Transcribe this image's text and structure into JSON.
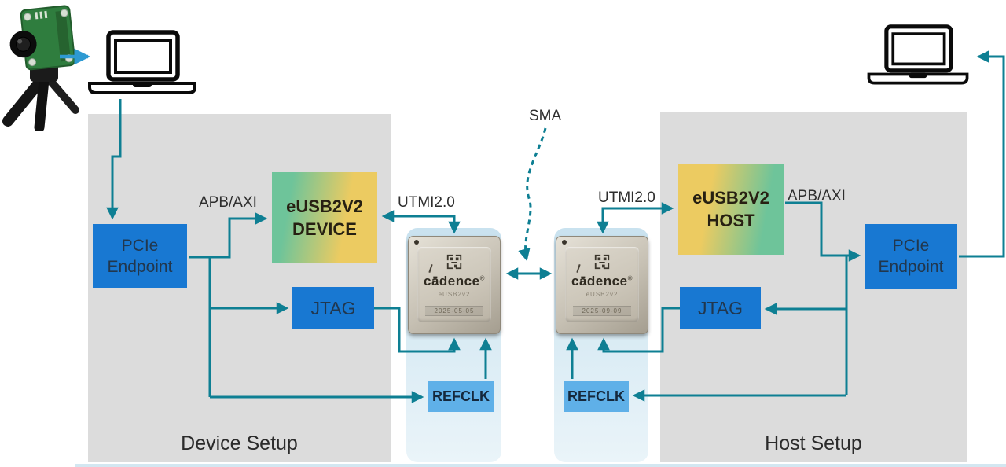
{
  "colors": {
    "wire_teal": "#0E7F93",
    "camera_arrow_blue": "#2E9AD2",
    "block_blue": "#1878D2",
    "refclk_blue": "#5FB0E8",
    "panel_gray": "#DCDCDC",
    "gradient_green": "#6EC49A",
    "gradient_yellow": "#ECCB61",
    "chip_panel_blue": "#C9E2EF"
  },
  "device_setup": {
    "title": "Device Setup",
    "pcie_label": "PCIe Endpoint",
    "usb_line1": "eUSB2V2",
    "usb_line2": "DEVICE",
    "jtag_label": "JTAG",
    "refclk_label": "REFCLK",
    "apb_axi_label": "APB/AXI",
    "utmi_label": "UTMI2.0"
  },
  "host_setup": {
    "title": "Host Setup",
    "pcie_label": "PCIe Endpoint",
    "usb_line1": "eUSB2V2",
    "usb_line2": "HOST",
    "jtag_label": "JTAG",
    "refclk_label": "REFCLK",
    "apb_axi_label": "APB/AXI",
    "utmi_label": "UTMI2.0"
  },
  "interconnect": {
    "sma_label": "SMA"
  },
  "chips": {
    "left": {
      "brand": "cādence",
      "reg": "®",
      "part": "eUSB2v2",
      "date_code": "2025-05-05"
    },
    "right": {
      "brand": "cādence",
      "reg": "®",
      "part": "eUSB2v2",
      "date_code": "2025-09-09"
    }
  }
}
